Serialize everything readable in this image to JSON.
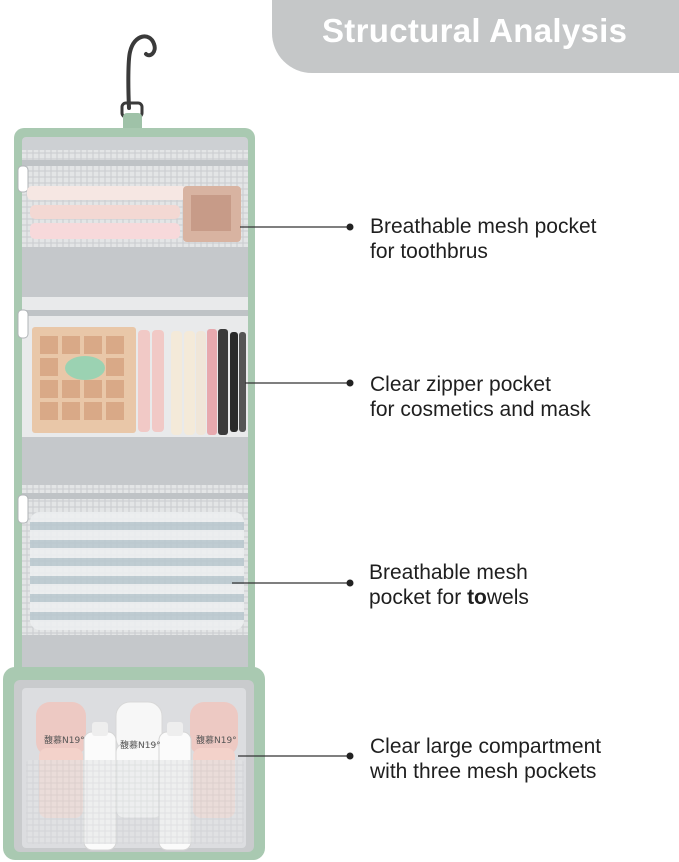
{
  "banner": {
    "title": "Structural Analysis"
  },
  "callouts": [
    {
      "line1": "Breathable mesh pocket",
      "line2": "for toothbrus"
    },
    {
      "line1": "Clear zipper pocket",
      "line2": "for cosmetics and mask"
    },
    {
      "line1": "Breathable mesh",
      "line2_pre": "pocket for ",
      "line2_bold": "to",
      "line2_post": "wels"
    },
    {
      "line1": "Clear large compartment",
      "line2": "with three mesh pockets"
    }
  ],
  "bottles": {
    "label_a": "馥慕N19°",
    "label_b": "馥慕N19°",
    "label_c": "馥慕N19°"
  },
  "colors": {
    "bag_green": "#a9c9b1",
    "banner_gray": "#c5c7c8",
    "lining_gray": "#cdd0d3"
  }
}
